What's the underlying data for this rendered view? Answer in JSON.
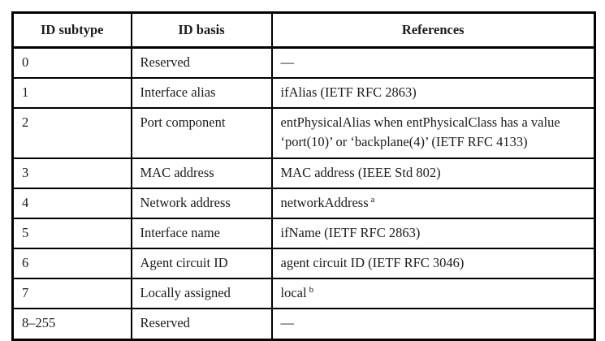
{
  "table": {
    "name": "ID subtype table",
    "columns": [
      "ID subtype",
      "ID basis",
      "References"
    ],
    "rows": [
      {
        "subtype": "0",
        "basis": "Reserved",
        "ref": "—",
        "sup": ""
      },
      {
        "subtype": "1",
        "basis": "Interface alias",
        "ref": "ifAlias (IETF RFC 2863)",
        "sup": ""
      },
      {
        "subtype": "2",
        "basis": "Port component",
        "ref": "entPhysicalAlias when entPhysicalClass has a value ‘port(10)’ or ‘backplane(4)’ (IETF RFC 4133)",
        "sup": ""
      },
      {
        "subtype": "3",
        "basis": "MAC address",
        "ref": "MAC address (IEEE Std 802)",
        "sup": ""
      },
      {
        "subtype": "4",
        "basis": "Network address",
        "ref": "networkAddress",
        "sup": "a"
      },
      {
        "subtype": "5",
        "basis": "Interface name",
        "ref": "ifName (IETF RFC 2863)",
        "sup": ""
      },
      {
        "subtype": "6",
        "basis": "Agent circuit ID",
        "ref": "agent circuit ID (IETF RFC 3046)",
        "sup": ""
      },
      {
        "subtype": "7",
        "basis": "Locally assigned",
        "ref": "local",
        "sup": "b"
      },
      {
        "subtype": "8–255",
        "basis": "Reserved",
        "ref": "—",
        "sup": ""
      }
    ]
  },
  "colors": {
    "border": "#000000",
    "text": "#1b1b1b",
    "background": "#ffffff"
  }
}
